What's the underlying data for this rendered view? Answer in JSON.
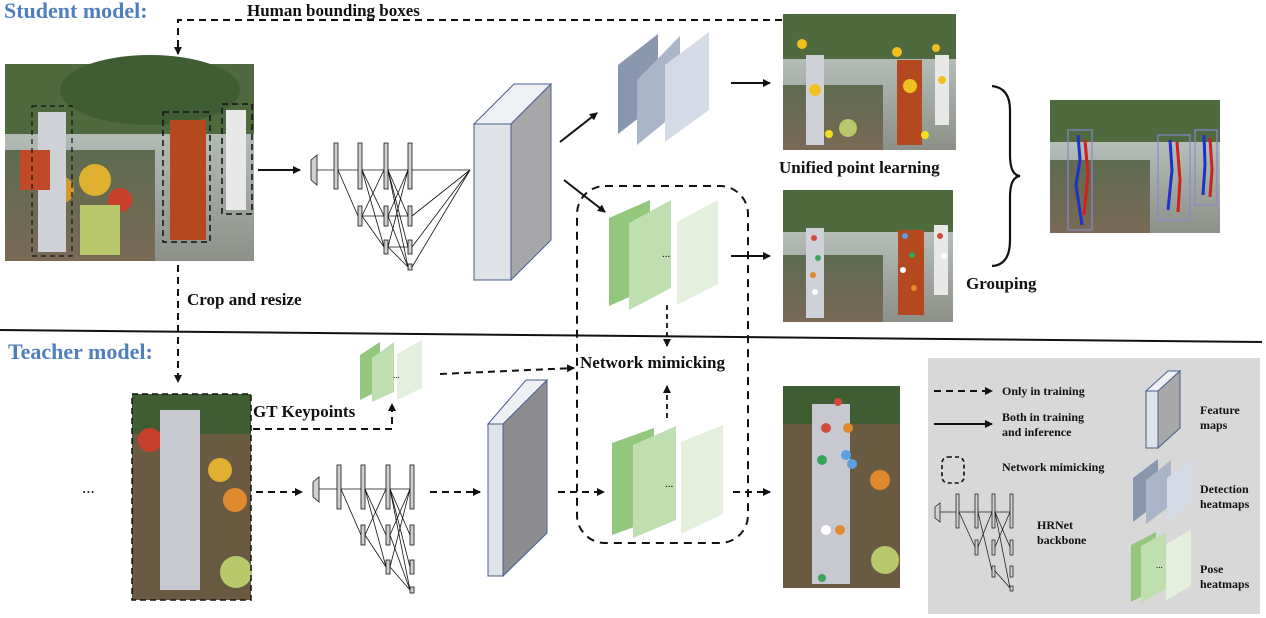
{
  "sections": {
    "student": "Student model:",
    "teacher": "Teacher model:"
  },
  "labels": {
    "human_boxes": "Human bounding boxes",
    "crop_resize": "Crop and resize",
    "gt_keypoints": "GT Keypoints",
    "network_mimicking": "Network mimicking",
    "unified_point_learning": "Unified point learning",
    "grouping": "Grouping",
    "ellipsis": "...",
    "dots": "..."
  },
  "legend": {
    "only_training": "Only in training",
    "both_training_l1": "Both in training",
    "both_training_l2": "and inference",
    "network_mimicking": "Network mimicking",
    "hrnet_l1": "HRNet",
    "hrnet_l2": "backbone",
    "feature_l1": "Feature",
    "feature_l2": "maps",
    "detection_l1": "Detection",
    "detection_l2": "heatmaps",
    "pose_l1": "Pose",
    "pose_l2": "heatmaps"
  },
  "colors": {
    "section_title": "#4f7fbf",
    "feature_front": "#dfe2e6",
    "feature_side": "#a8a8aa",
    "feature_edge": "#4a5f8f",
    "detection_1": "#8896ae",
    "detection_2": "#aab5c9",
    "detection_3": "#d4dbe6",
    "pose_1": "#93c77e",
    "pose_2": "#c0dfb1",
    "pose_3": "#e4f0dd",
    "legend_bg": "#d8d8d8"
  }
}
